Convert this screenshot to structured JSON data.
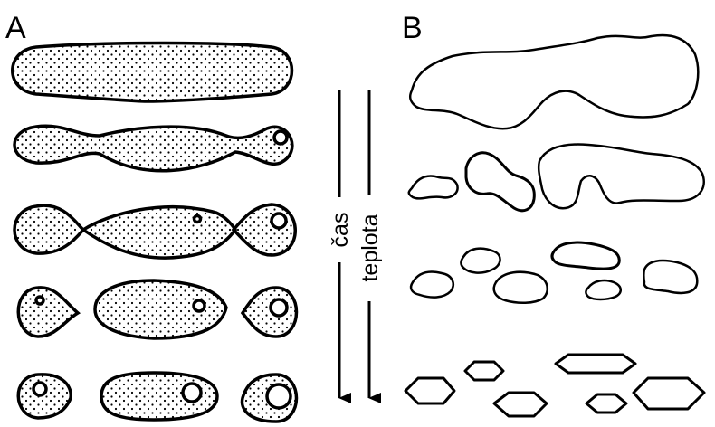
{
  "panels": {
    "a": {
      "label": "A"
    },
    "b": {
      "label": "B"
    }
  },
  "arrows": {
    "time": {
      "label": "čas"
    },
    "temperature": {
      "label": "teplota"
    }
  },
  "colors": {
    "ink": "#000000",
    "background": "#ffffff"
  }
}
